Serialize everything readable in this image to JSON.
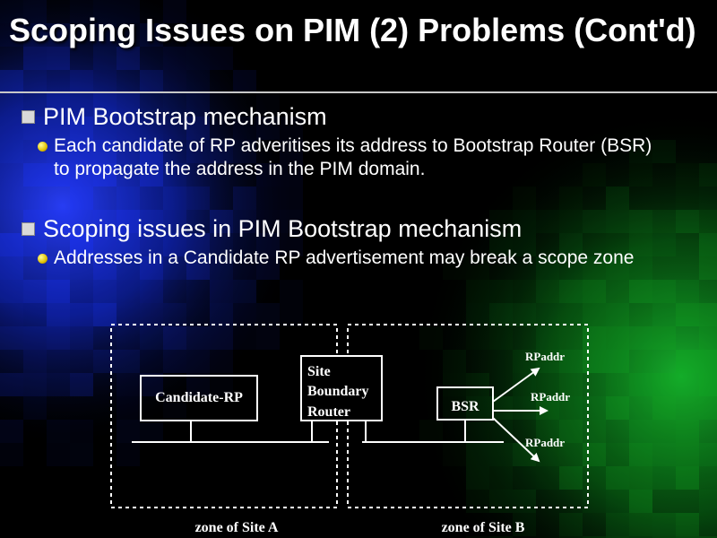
{
  "slide": {
    "title": "Scoping Issues on PIM (2) Problems (Cont'd)",
    "bullets": [
      {
        "text": "PIM Bootstrap mechanism",
        "sub": "Each candidate of RP adveritises its address to Bootstrap Router (BSR) to propagate the address in the PIM domain."
      },
      {
        "text": "Scoping issues in PIM Bootstrap mechanism",
        "sub": "Addresses in a Candidate RP advertisement may break a scope zone"
      }
    ]
  },
  "diagram": {
    "candidate_rp": "Candidate-RP",
    "site_boundary_router": [
      "Site",
      "Boundary",
      "Router"
    ],
    "bsr": "BSR",
    "rpaddr_labels": [
      "RPaddr",
      "RPaddr",
      "RPaddr"
    ],
    "zone_a_label": "zone of Site A",
    "zone_b_label": "zone of Site B"
  },
  "colors": {
    "background": "#000000",
    "text": "#ffffff",
    "blue_glow": "#1a33ff",
    "green_glow": "#11aa22"
  }
}
